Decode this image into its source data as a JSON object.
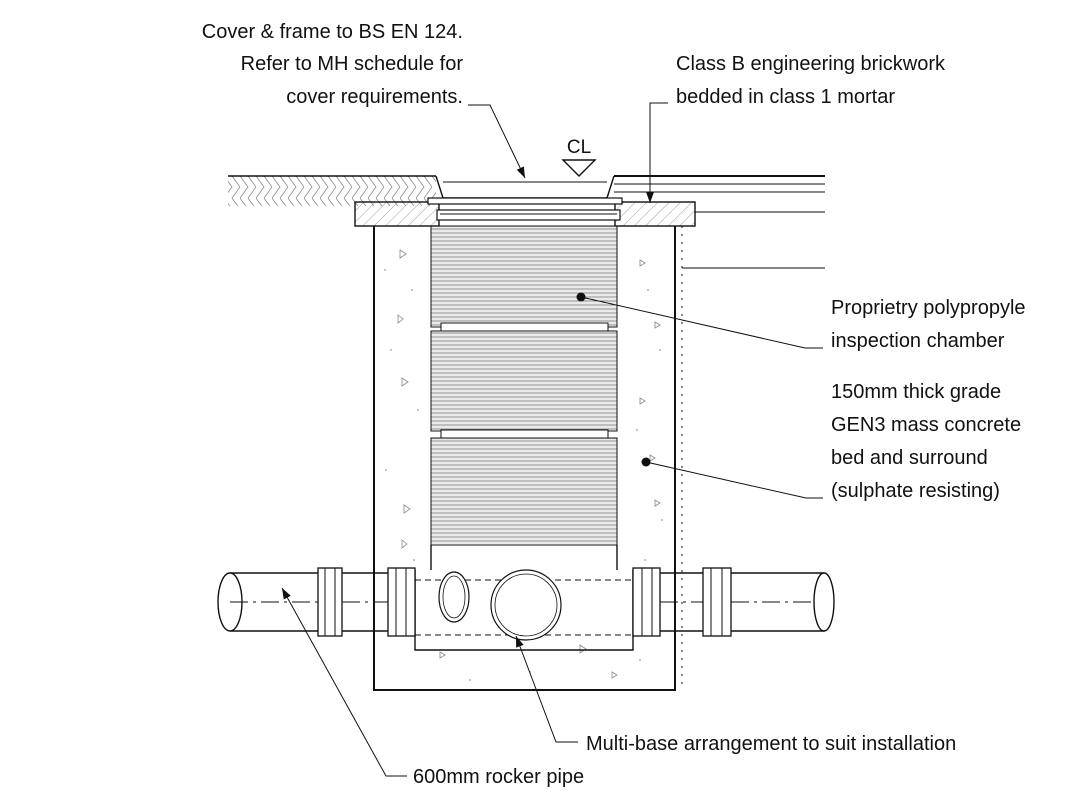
{
  "labels": {
    "cover_1": "Cover & frame to BS EN 124.",
    "cover_2": "Refer to MH schedule for",
    "cover_3": "cover requirements.",
    "brick_1": "Class B engineering brickwork",
    "brick_2": "bedded in class 1 mortar",
    "centreline": "CL",
    "chamber_1": "Proprietry polypropyle",
    "chamber_2": "inspection chamber",
    "concrete_1": "150mm thick grade",
    "concrete_2": "GEN3 mass concrete",
    "concrete_3": "bed and surround",
    "concrete_4": "(sulphate resisting)",
    "base": "Multi-base arrangement to suit installation",
    "rocker": "600mm rocker pipe"
  },
  "colors": {
    "line": "#111111",
    "background": "#ffffff",
    "hatch": "#888888"
  }
}
